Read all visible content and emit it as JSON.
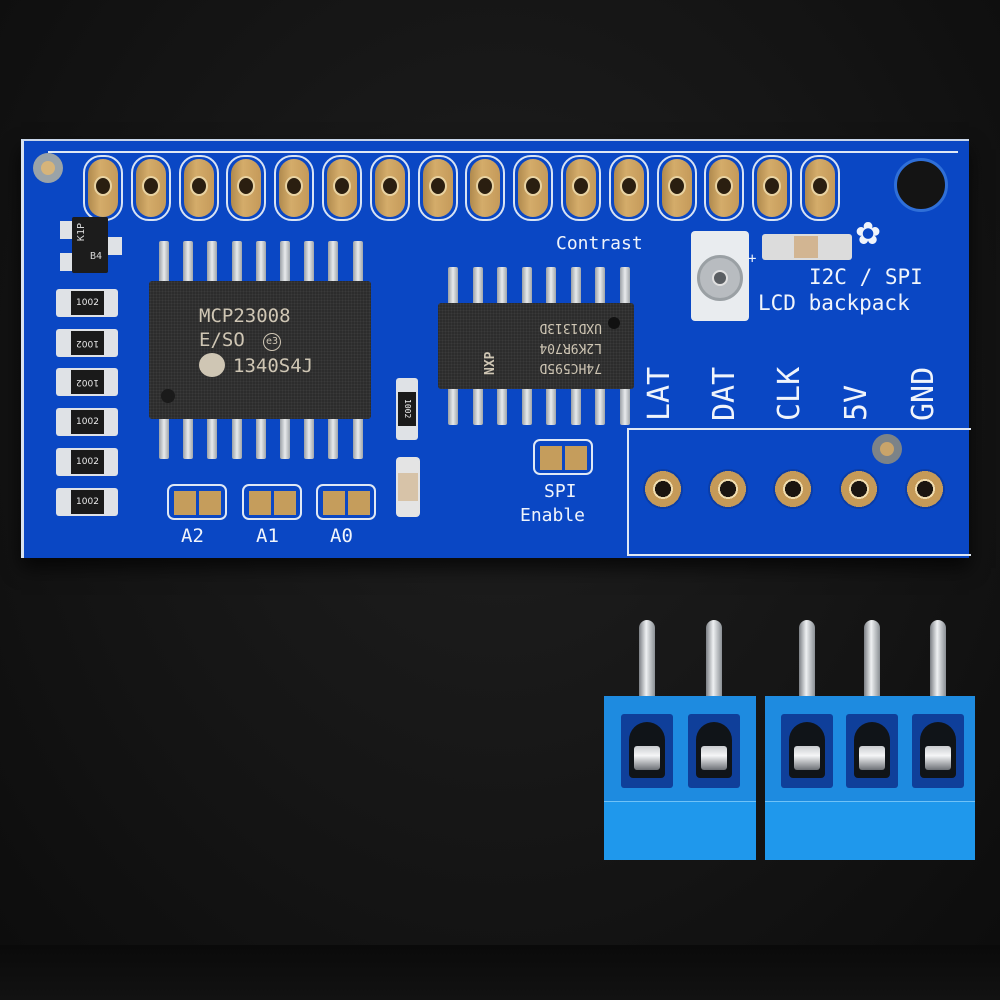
{
  "scene": {
    "description": "Blue PCB I2C / SPI character LCD backpack with two blue screw terminal blocks on black background",
    "background_color": "#151515",
    "pcb_color": "#0a47c4",
    "silkscreen_color": "#f0f4fb",
    "gold_color": "#c59a58",
    "terminal_color": "#1f98ec"
  },
  "board": {
    "title_line1": "I2C / SPI",
    "title_line2": "LCD backpack",
    "contrast_label": "Contrast",
    "plus_mark": "+",
    "logo_icon": "flower-logo",
    "header_pin_count": 16,
    "connector_labels": [
      "LAT",
      "DAT",
      "CLK",
      "5V",
      "GND"
    ],
    "address_jumpers": [
      "A2",
      "A1",
      "A0"
    ],
    "spi_jumper_label_line1": "SPI",
    "spi_jumper_label_line2": "Enable"
  },
  "chips": {
    "expander": {
      "line1": "MCP23008",
      "line2": "E/SO",
      "badge": "e3",
      "line3": "1340S4J"
    },
    "shift_register": {
      "brand": "NXP",
      "line1": "74HC595D",
      "line2": "L2K9R704",
      "line3": "UXD1313D"
    },
    "transistor": {
      "line1": "K1P",
      "line2": "B4"
    }
  },
  "resistors": [
    "1002",
    "1002",
    "1002",
    "1002",
    "1002",
    "1002",
    "1002"
  ],
  "terminal_blocks": [
    {
      "positions": 2
    },
    {
      "positions": 3
    }
  ]
}
